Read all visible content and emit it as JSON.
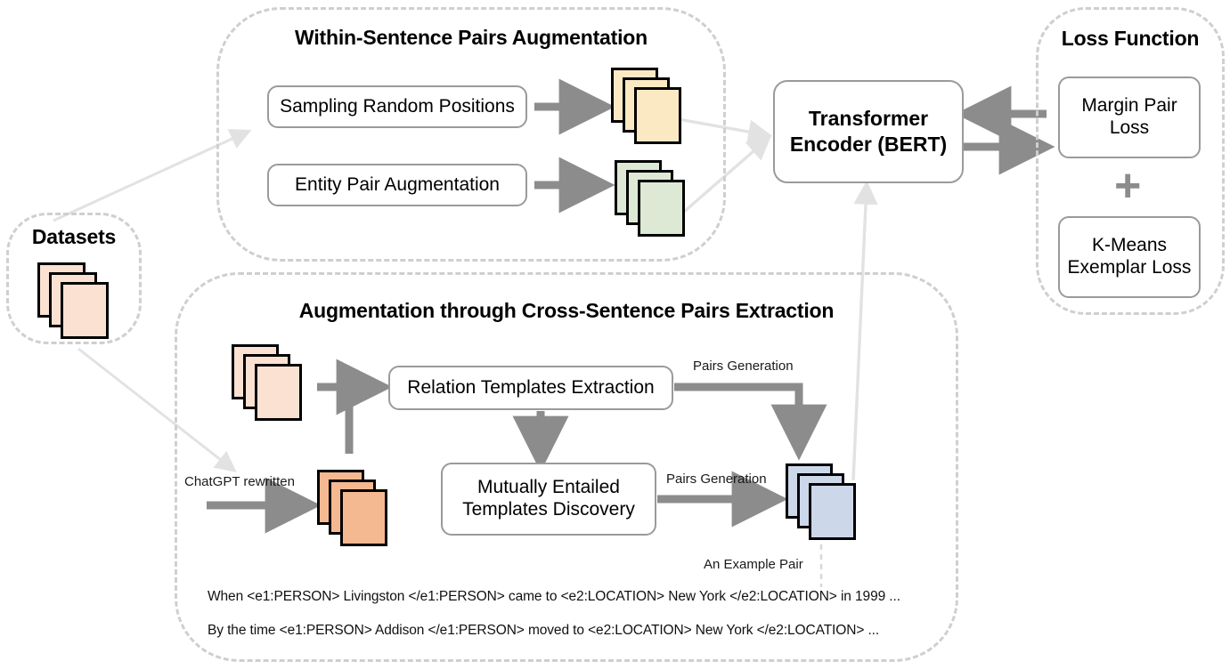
{
  "figure": {
    "background": "#ffffff",
    "accent_gray": "#8c8c8c",
    "dashed_border": "#cfcfcf",
    "box_border": "#9a9a9a"
  },
  "groups": {
    "datasets": {
      "title": "Datasets",
      "stack_color": "#fbe1d2"
    },
    "within_sentence": {
      "title": "Within-Sentence Pairs Augmentation",
      "boxes": [
        {
          "label": "Sampling Random Positions",
          "stack_color": "#fbe9c4"
        },
        {
          "label": "Entity Pair Augmentation",
          "stack_color": "#dde9d5"
        }
      ]
    },
    "cross_sentence": {
      "title": "Augmentation through Cross-Sentence Pairs Extraction",
      "source_stack_color": "#fbe1d2",
      "rewritten_stack_color": "#f5b991",
      "output_stack_color": "#ccd7ea",
      "boxes": [
        {
          "label": "Relation Templates Extraction"
        },
        {
          "label": "Mutually Entailed Templates Discovery"
        }
      ],
      "labels": {
        "chatgpt": "ChatGPT rewritten",
        "pairs_generation_top": "Pairs Generation",
        "pairs_generation_bottom": "Pairs Generation",
        "example_pair": "An Example Pair"
      },
      "example_lines": [
        "When <e1:PERSON> Livingston </e1:PERSON> came to <e2:LOCATION> New York </e2:LOCATION> in 1999 ...",
        "By the time <e1:PERSON> Addison </e1:PERSON> moved to <e2:LOCATION> New York </e2:LOCATION> ..."
      ]
    },
    "encoder": {
      "label": "Transformer Encoder (BERT)"
    },
    "loss_function": {
      "title": "Loss Function",
      "boxes": [
        {
          "label": "Margin Pair Loss"
        },
        {
          "label": "K-Means Exemplar Loss"
        }
      ],
      "operator": "+"
    }
  }
}
